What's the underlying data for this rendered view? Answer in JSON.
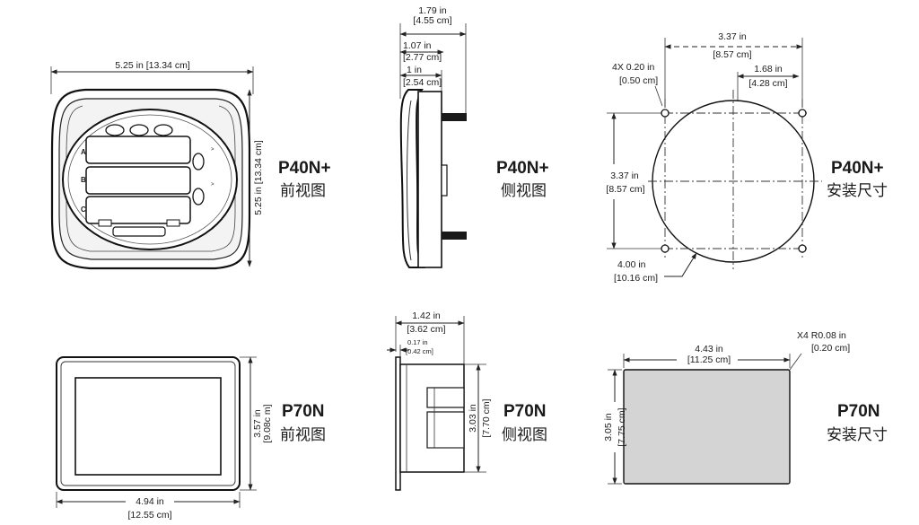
{
  "views": {
    "p40_front": {
      "model": "P40N+",
      "view": "前视图",
      "width": "5.25 in [13.34 cm]",
      "height": "5.25 in [13.34 cm]",
      "labels": [
        "A",
        "B",
        "C"
      ]
    },
    "p40_side": {
      "model": "P40N+",
      "view": "侧视图",
      "depth_in": "1.79 in",
      "depth_cm": "[4.55 cm]",
      "mid_in": "1.07 in",
      "mid_cm": "[2.77 cm]",
      "small_in": "1 in",
      "small_cm": "[2.54 cm]"
    },
    "p40_cutout": {
      "model": "P40N+",
      "view": "安装尺寸",
      "top_in": "3.37 in",
      "top_cm": "[8.57 cm]",
      "hole_in": "4X 0.20 in",
      "hole_cm": "[0.50 cm]",
      "half_in": "1.68 in",
      "half_cm": "[4.28 cm]",
      "left_in": "3.37 in",
      "left_cm": "[8.57 cm]",
      "dia_in": "4.00 in",
      "dia_cm": "[10.16 cm]"
    },
    "p70_front": {
      "model": "P70N",
      "view": "前视图",
      "height_in": "3.57 in",
      "height_cm": "[9.08c m]",
      "width_in": "4.94 in",
      "width_cm": "[12.55 cm]"
    },
    "p70_side": {
      "model": "P70N",
      "view": "侧视图",
      "depth_in": "1.42 in",
      "depth_cm": "[3.62 cm]",
      "thin_in": "0.17 in",
      "thin_cm": "[0.42 cm]",
      "height_in": "3.03 in",
      "height_cm": "[7.70 cm]"
    },
    "p70_cutout": {
      "model": "P70N",
      "view": "安装尺寸",
      "radius_in": "X4  R0.08 in",
      "radius_cm": "[0.20 cm]",
      "width_in": "4.43 in",
      "width_cm": "[11.25 cm]",
      "height_in": "3.05 in",
      "height_cm": "[7.75 cm]"
    }
  }
}
